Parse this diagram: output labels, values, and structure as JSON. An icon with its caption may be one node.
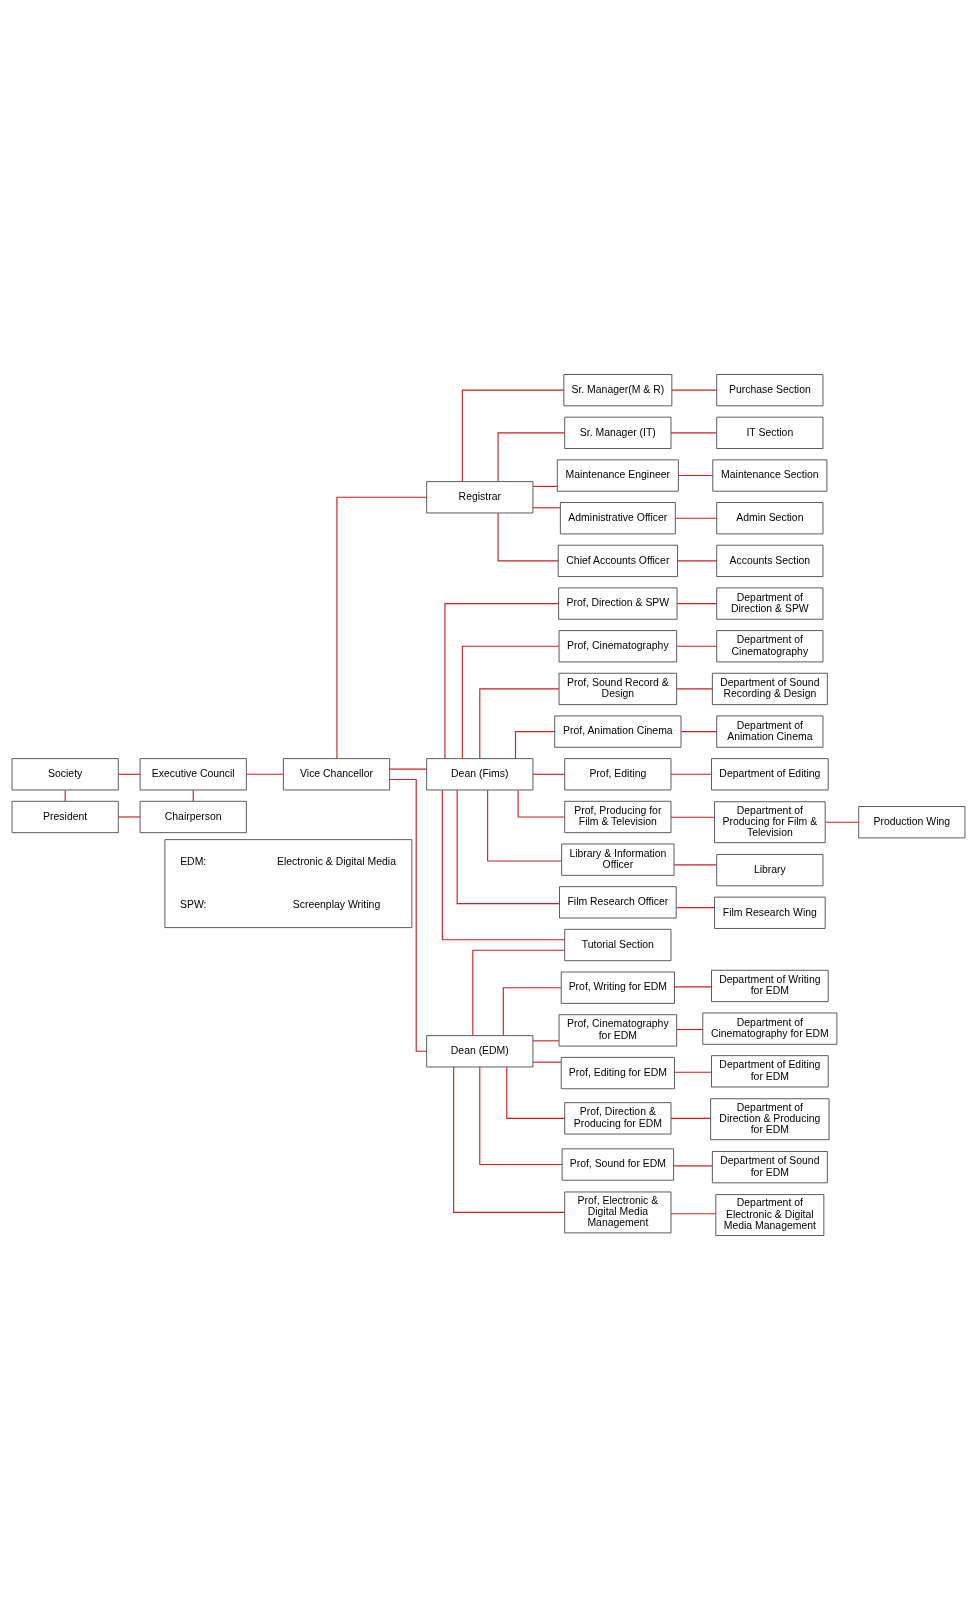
{
  "diagram": {
    "nodes": [
      {
        "text": [
          "Society"
        ]
      },
      {
        "text": [
          "Executive Council"
        ]
      },
      {
        "text": [
          "Vice Chancellor"
        ]
      },
      {
        "text": [
          "President"
        ]
      },
      {
        "text": [
          "Chairperson"
        ]
      },
      {
        "text": [
          "Registrar"
        ]
      },
      {
        "text": [
          "Dean (Fims)"
        ]
      },
      {
        "text": [
          "Dean (EDM)"
        ]
      },
      {
        "text": [
          "Sr. Manager(M & R)"
        ]
      },
      {
        "text": [
          "Purchase Section"
        ]
      },
      {
        "text": [
          "Sr. Manager (IT)"
        ]
      },
      {
        "text": [
          "IT Section"
        ]
      },
      {
        "text": [
          "Maintenance Engineer"
        ]
      },
      {
        "text": [
          "Maintenance Section"
        ]
      },
      {
        "text": [
          "Administrative Officer"
        ]
      },
      {
        "text": [
          "Admin Section"
        ]
      },
      {
        "text": [
          "Chief Accounts Officer"
        ]
      },
      {
        "text": [
          "Accounts Section"
        ]
      },
      {
        "text": [
          "Prof, Direction & SPW"
        ]
      },
      {
        "text": [
          "Department of Direction & SPW"
        ]
      },
      {
        "text": [
          "Prof, Cinematography"
        ]
      },
      {
        "text": [
          "Department of Cinematography"
        ]
      },
      {
        "text": [
          "Prof, Sound Record & Design"
        ]
      },
      {
        "text": [
          "Department of Sound Recording & Design"
        ]
      },
      {
        "text": [
          "Prof, Animation Cinema"
        ]
      },
      {
        "text": [
          "Department of Animation Cinema"
        ]
      },
      {
        "text": [
          "Prof, Editing"
        ]
      },
      {
        "text": [
          "Department of Editing"
        ]
      },
      {
        "text": [
          "Prof, Producing for Film & Television"
        ]
      },
      {
        "text": [
          "Department of Producing for Film & Television"
        ]
      },
      {
        "text": [
          "Production Wing"
        ]
      },
      {
        "text": [
          "Library & Information Officer"
        ]
      },
      {
        "text": [
          "Library"
        ]
      },
      {
        "text": [
          "Film Research Officer"
        ]
      },
      {
        "text": [
          "Film Research Wing"
        ]
      },
      {
        "text": [
          "Tutorial Section"
        ]
      },
      {
        "text": [
          "Prof, Writing for EDM"
        ]
      },
      {
        "text": [
          "Department of Writing for EDM"
        ]
      },
      {
        "text": [
          "Prof, Cinematography for EDM"
        ]
      },
      {
        "text": [
          "Department of Cinematography for EDM"
        ]
      },
      {
        "text": [
          "Prof, Editing for EDM"
        ]
      },
      {
        "text": [
          "Department of Editing for EDM"
        ]
      },
      {
        "text": [
          "Prof, Direction & Producing for EDM"
        ]
      },
      {
        "text": [
          "Department of Direction & Producing for EDM"
        ]
      },
      {
        "text": [
          "Prof, Sound for EDM"
        ]
      },
      {
        "text": [
          "Department of Sound for EDM"
        ]
      },
      {
        "text": [
          "Prof, Electronic & Digital Media Management"
        ]
      },
      {
        "text": [
          "Department of Electronic & Digital Media Management"
        ]
      },
      {
        "text": [],
        "shape": "box"
      }
    ],
    "edges": [
      {
        "from": 0,
        "to": 1,
        "arrow": "none"
      },
      {
        "from": 1,
        "to": 2,
        "arrow": "none"
      },
      {
        "from": 0,
        "to": 3,
        "arrow": "none"
      },
      {
        "from": 1,
        "to": 4,
        "arrow": "none"
      },
      {
        "from": 3,
        "to": 4,
        "arrow": "none"
      },
      {
        "from": 2,
        "to": 5,
        "arrow": "none"
      },
      {
        "from": 2,
        "to": 6,
        "arrow": "none"
      },
      {
        "from": 2,
        "to": 7,
        "arrow": "none"
      },
      {
        "from": 5,
        "to": 8,
        "arrow": "none"
      },
      {
        "from": 5,
        "to": 10,
        "arrow": "none"
      },
      {
        "from": 5,
        "to": 12,
        "arrow": "none"
      },
      {
        "from": 5,
        "to": 14,
        "arrow": "none"
      },
      {
        "from": 5,
        "to": 16,
        "arrow": "none"
      },
      {
        "from": 8,
        "to": 9,
        "arrow": "none"
      },
      {
        "from": 10,
        "to": 11,
        "arrow": "none"
      },
      {
        "from": 12,
        "to": 13,
        "arrow": "none"
      },
      {
        "from": 14,
        "to": 15,
        "arrow": "none"
      },
      {
        "from": 16,
        "to": 17,
        "arrow": "none"
      },
      {
        "from": 6,
        "to": 18,
        "arrow": "none"
      },
      {
        "from": 6,
        "to": 20,
        "arrow": "none"
      },
      {
        "from": 6,
        "to": 22,
        "arrow": "none"
      },
      {
        "from": 6,
        "to": 24,
        "arrow": "none"
      },
      {
        "from": 6,
        "to": 26,
        "arrow": "none"
      },
      {
        "from": 6,
        "to": 28,
        "arrow": "none"
      },
      {
        "from": 6,
        "to": 31,
        "arrow": "none"
      },
      {
        "from": 6,
        "to": 33,
        "arrow": "none"
      },
      {
        "from": 6,
        "to": 35,
        "arrow": "none"
      },
      {
        "from": 7,
        "to": 35,
        "arrow": "none"
      },
      {
        "from": 18,
        "to": 19,
        "arrow": "none"
      },
      {
        "from": 20,
        "to": 21,
        "arrow": "none"
      },
      {
        "from": 22,
        "to": 23,
        "arrow": "none"
      },
      {
        "from": 24,
        "to": 25,
        "arrow": "none"
      },
      {
        "from": 26,
        "to": 27,
        "arrow": "none"
      },
      {
        "from": 28,
        "to": 29,
        "arrow": "none"
      },
      {
        "from": 29,
        "to": 30,
        "arrow": "none"
      },
      {
        "from": 31,
        "to": 32,
        "arrow": "none"
      },
      {
        "from": 33,
        "to": 34,
        "arrow": "none"
      },
      {
        "from": 7,
        "to": 36,
        "arrow": "none"
      },
      {
        "from": 7,
        "to": 38,
        "arrow": "none"
      },
      {
        "from": 7,
        "to": 40,
        "arrow": "none"
      },
      {
        "from": 7,
        "to": 42,
        "arrow": "none"
      },
      {
        "from": 7,
        "to": 44,
        "arrow": "none"
      },
      {
        "from": 7,
        "to": 46,
        "arrow": "none"
      },
      {
        "from": 36,
        "to": 37,
        "arrow": "none"
      },
      {
        "from": 38,
        "to": 39,
        "arrow": "none"
      },
      {
        "from": 40,
        "to": 41,
        "arrow": "none"
      },
      {
        "from": 42,
        "to": 43,
        "arrow": "none"
      },
      {
        "from": 44,
        "to": 45,
        "arrow": "none"
      },
      {
        "from": 46,
        "to": 47,
        "arrow": "none"
      }
    ],
    "labels": [
      "EDM:",
      "Electronic & Digital Media",
      "SPW:",
      "Screenplay Writing"
    ]
  }
}
